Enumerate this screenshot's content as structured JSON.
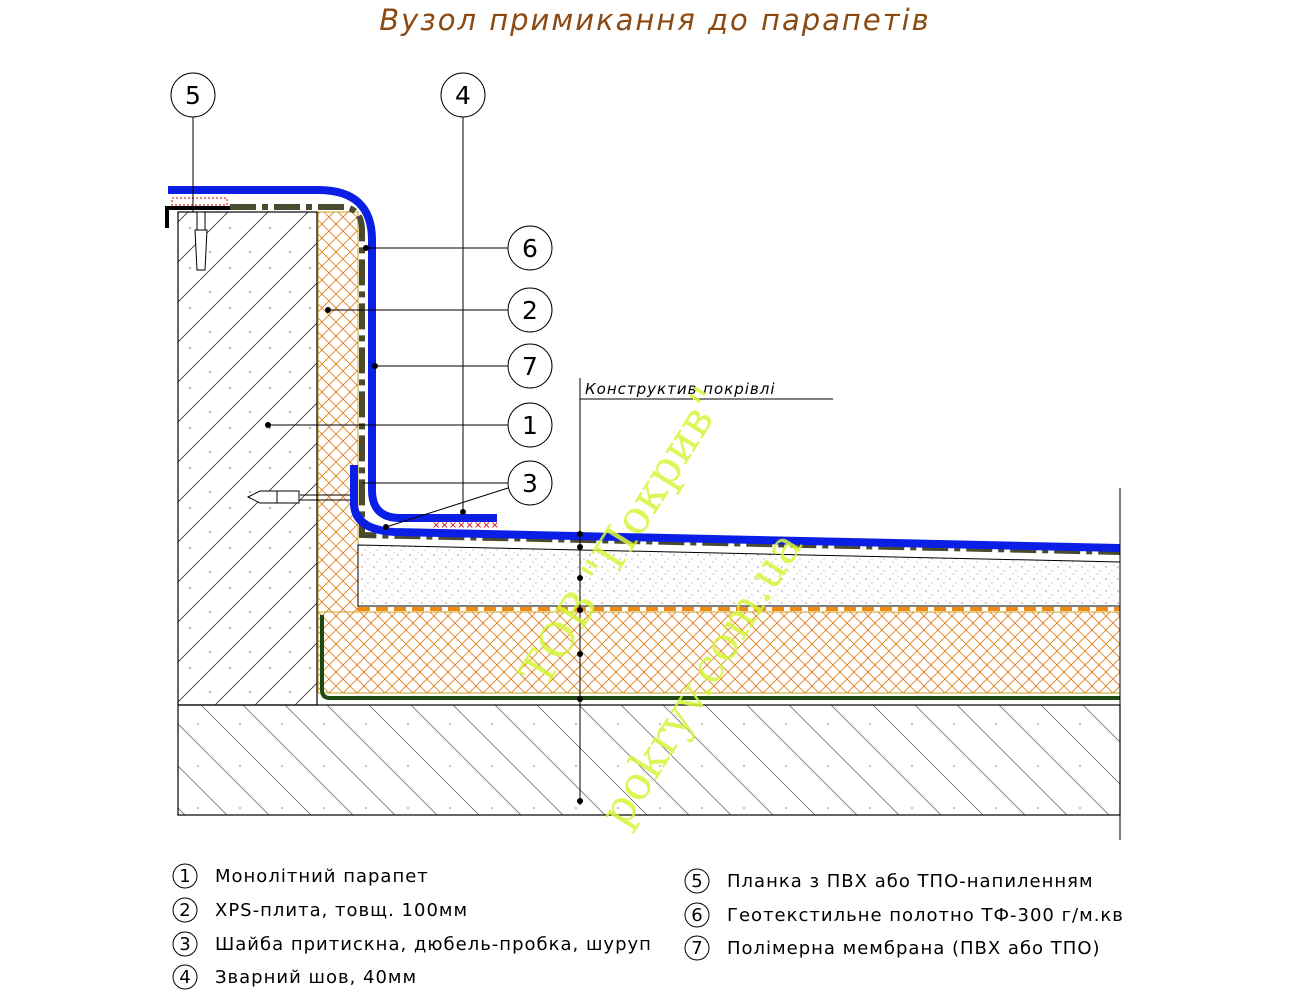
{
  "title": "Вузол примикання до парапетів",
  "section_note": "Конструктив покрівлі",
  "callouts": [
    "5",
    "4",
    "6",
    "2",
    "7",
    "1",
    "3"
  ],
  "legend": [
    {
      "num": "1",
      "text": "Монолітний парапет"
    },
    {
      "num": "2",
      "text": "XPS-плита, товщ. 100мм"
    },
    {
      "num": "3",
      "text": "Шайба притискна, дюбель-пробка, шуруп"
    },
    {
      "num": "4",
      "text": "Зварний шов, 40мм"
    },
    {
      "num": "5",
      "text": "Планка з ПВХ або ТПО-напиленням"
    },
    {
      "num": "6",
      "text": "Геотекстильне полотно ТФ-300 г/м.кв"
    },
    {
      "num": "7",
      "text": "Полімерна мембрана (ПВХ або ТПО)"
    }
  ],
  "watermark": [
    "ТОВ \"Покрив\"",
    "pokryv.com.ua"
  ],
  "colors": {
    "membrane": "#0a1ee6",
    "xps": "#e07b12",
    "geotextile": "#4a4a2e",
    "title": "#8a4a12",
    "watermark": "#d6f53a"
  }
}
